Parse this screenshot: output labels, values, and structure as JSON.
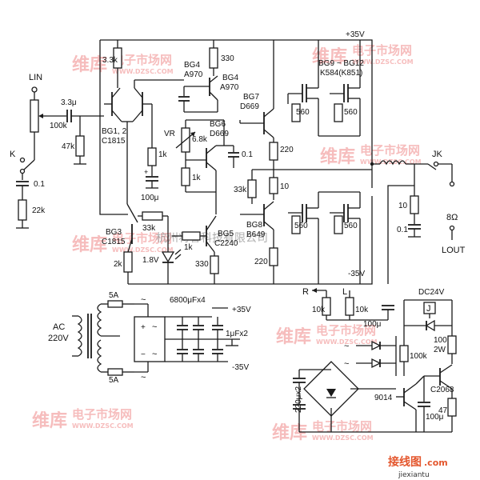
{
  "watermark": {
    "brand": "维库",
    "brand_sub": "电子市场网",
    "url": "WWW.DZSC.COM",
    "company_overlay": "杭州将睿科技有限公司",
    "logo_cn": "接线图",
    "logo_com": ".com",
    "logo_url": "jiexiantu"
  },
  "labels": {
    "lin": "LIN",
    "k": "K",
    "c_in": "3.3μ",
    "r_100k": "100k",
    "r_47k": "47k",
    "c_01": "0.1",
    "r_22k": "22k",
    "r_33k_top": "3.3k",
    "bg12": "BG1, 2",
    "bg12_part": "C1815",
    "bg3": "BG3",
    "bg3_part": "C1815",
    "r_2k": "2k",
    "r_33k_bg3": "33k",
    "led_v": "1.8V",
    "bg4a": "BG4",
    "bg4a_part": "A970",
    "bg4b": "BG4",
    "bg4b_part": "A970",
    "r_330_top": "330",
    "vr": "VR",
    "r_1k_a": "1k",
    "c_100u": "100μ",
    "r_68k": "6.8k",
    "bg6": "BG6",
    "bg6_part": "D669",
    "c_01b": "0.1",
    "r_1k_b": "1k",
    "r_33k_mid": "33k",
    "bg7": "BG7",
    "bg7_part": "D669",
    "r_220_a": "220",
    "r_10": "10",
    "bg5": "BG5",
    "bg5_part": "C2240",
    "r_1k_c": "1k",
    "r_330_bot": "330",
    "bg8": "BG8",
    "bg8_part": "B649",
    "r_220_b": "220",
    "plus35": "+35V",
    "minus35": "-35V",
    "bg9": "BG9 ~ BG12",
    "bg9_part": "K584(K851)",
    "r_560_1": "560",
    "r_560_2": "560",
    "r_560_3": "560",
    "r_560_4": "560",
    "jk": "JK",
    "r_10_out": "10",
    "c_01_out": "0.1",
    "r_8": "8Ω",
    "lout": "LOUT",
    "ac": "AC",
    "ac_v": "220V",
    "fuse1": "5A",
    "fuse2": "5A",
    "caps_big": "6800μFx4",
    "caps_small": "1μFx2",
    "p35": "+35V",
    "m35": "-35V",
    "tilde1": "~",
    "tilde2": "~",
    "r_in": "R",
    "l_in": "L",
    "r_10k_1": "10k",
    "r_10k_2": "10k",
    "c_100u_b": "100μ",
    "dc24": "DC24V",
    "relay": "J",
    "r_100k_b": "100k",
    "r_100_2w": "100",
    "r_2w": "2W",
    "q_9014": "9014",
    "q_c2068": "C2068",
    "c_220u": "220μx2",
    "c_100u_c": "100μ",
    "r_47": "47"
  }
}
